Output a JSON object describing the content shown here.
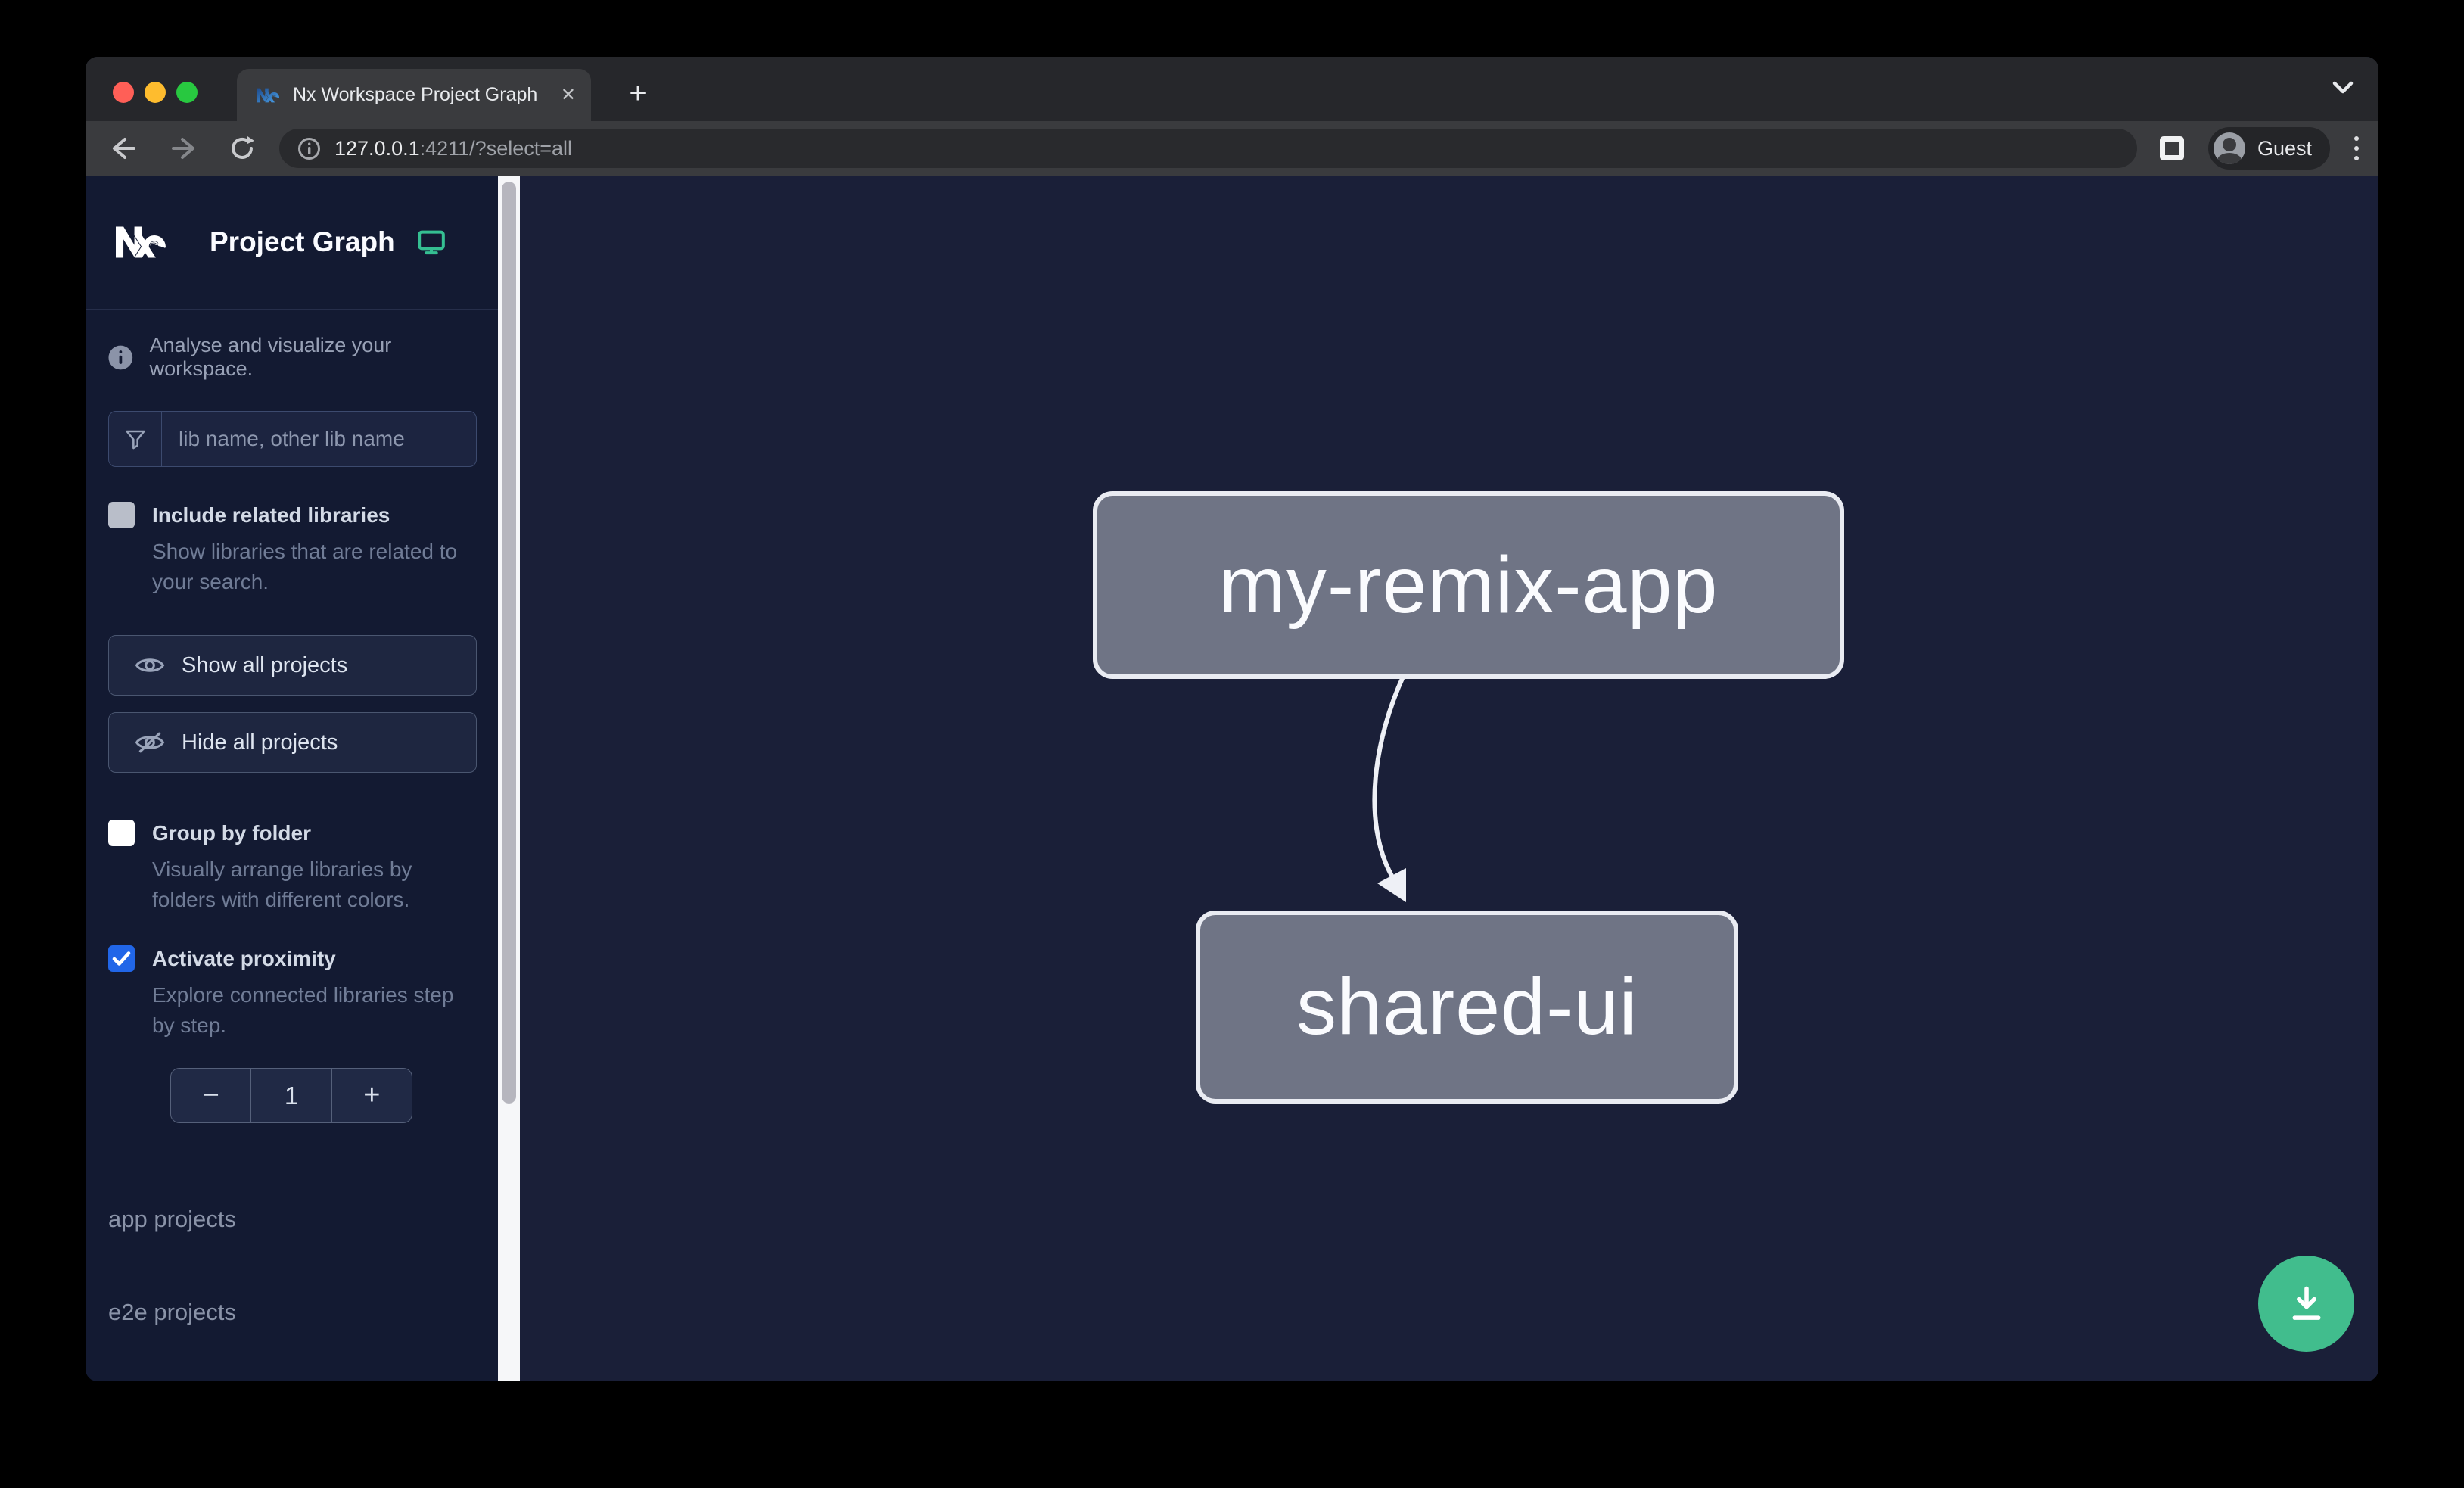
{
  "browser": {
    "tab": {
      "title": "Nx Workspace Project Graph",
      "close_glyph": "✕",
      "new_tab_glyph": "+"
    },
    "address": {
      "host": "127.0.0.1",
      "path": ":4211/?select=all"
    },
    "profile": {
      "label": "Guest"
    }
  },
  "sidebar": {
    "title": "Project Graph",
    "tagline": "Analyse and visualize your workspace.",
    "filter": {
      "placeholder": "lib name, other lib name",
      "value": ""
    },
    "options": [
      {
        "label": "Include related libraries",
        "description": "Show libraries that are related to your search.",
        "checked": false
      },
      {
        "label": "Group by folder",
        "description": "Visually arrange libraries by folders with different colors.",
        "checked": false
      },
      {
        "label": "Activate proximity",
        "description": "Explore connected libraries step by step.",
        "checked": true
      }
    ],
    "buttons": {
      "show_all": "Show all projects",
      "hide_all": "Hide all projects"
    },
    "stepper": {
      "decrement": "−",
      "value": "1",
      "increment": "+"
    },
    "sections": [
      {
        "label": "app projects"
      },
      {
        "label": "e2e projects"
      }
    ]
  },
  "graph": {
    "nodes": [
      {
        "label": "my-remix-app"
      },
      {
        "label": "shared-ui"
      }
    ],
    "edges": [
      {
        "source": "my-remix-app",
        "target": "shared-ui"
      }
    ]
  },
  "colors": {
    "fab_green": "#41bd8d",
    "monitor_icon_green": "#35bf92",
    "checkbox_blue": "#2166e8",
    "node_fill": "#6f7485",
    "node_border": "#e9ebf2",
    "canvas_bg": "#1a1f38",
    "sidebar_bg": "#131a32",
    "traffic_red": "#ff5f57",
    "traffic_yellow": "#febc2e",
    "traffic_green": "#28c840"
  }
}
